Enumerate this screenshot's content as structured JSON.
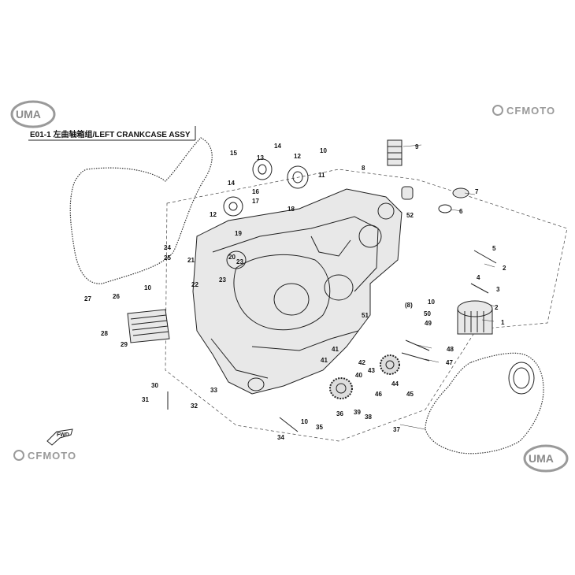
{
  "title": "E01-1 左曲轴箱组/LEFT CRANKCASE ASSY",
  "brand_logos": [
    "UMA",
    "CFMOTO",
    "CFMOTO",
    "UMA"
  ],
  "fwd_label": "FWD",
  "callouts": [
    "1",
    "2",
    "2",
    "3",
    "4",
    "5",
    "6",
    "7",
    "8",
    "9",
    "10",
    "10",
    "10",
    "10",
    "11",
    "12",
    "12",
    "13",
    "14",
    "14",
    "15",
    "16",
    "17",
    "18",
    "19",
    "20",
    "21",
    "22",
    "23",
    "23",
    "24",
    "25",
    "26",
    "27",
    "28",
    "29",
    "30",
    "31",
    "32",
    "33",
    "34",
    "35",
    "36",
    "37",
    "38",
    "39",
    "40",
    "41",
    "41",
    "42",
    "43",
    "44",
    "45",
    "46",
    "47",
    "48",
    "49",
    "(8)",
    "50",
    "51",
    "52"
  ],
  "icons": [
    "fwd-arrow-icon",
    "cfmoto-logo-icon",
    "uma-logo-icon"
  ],
  "colors": {
    "logo_gray": "#9a9a9a",
    "line": "#222222"
  }
}
